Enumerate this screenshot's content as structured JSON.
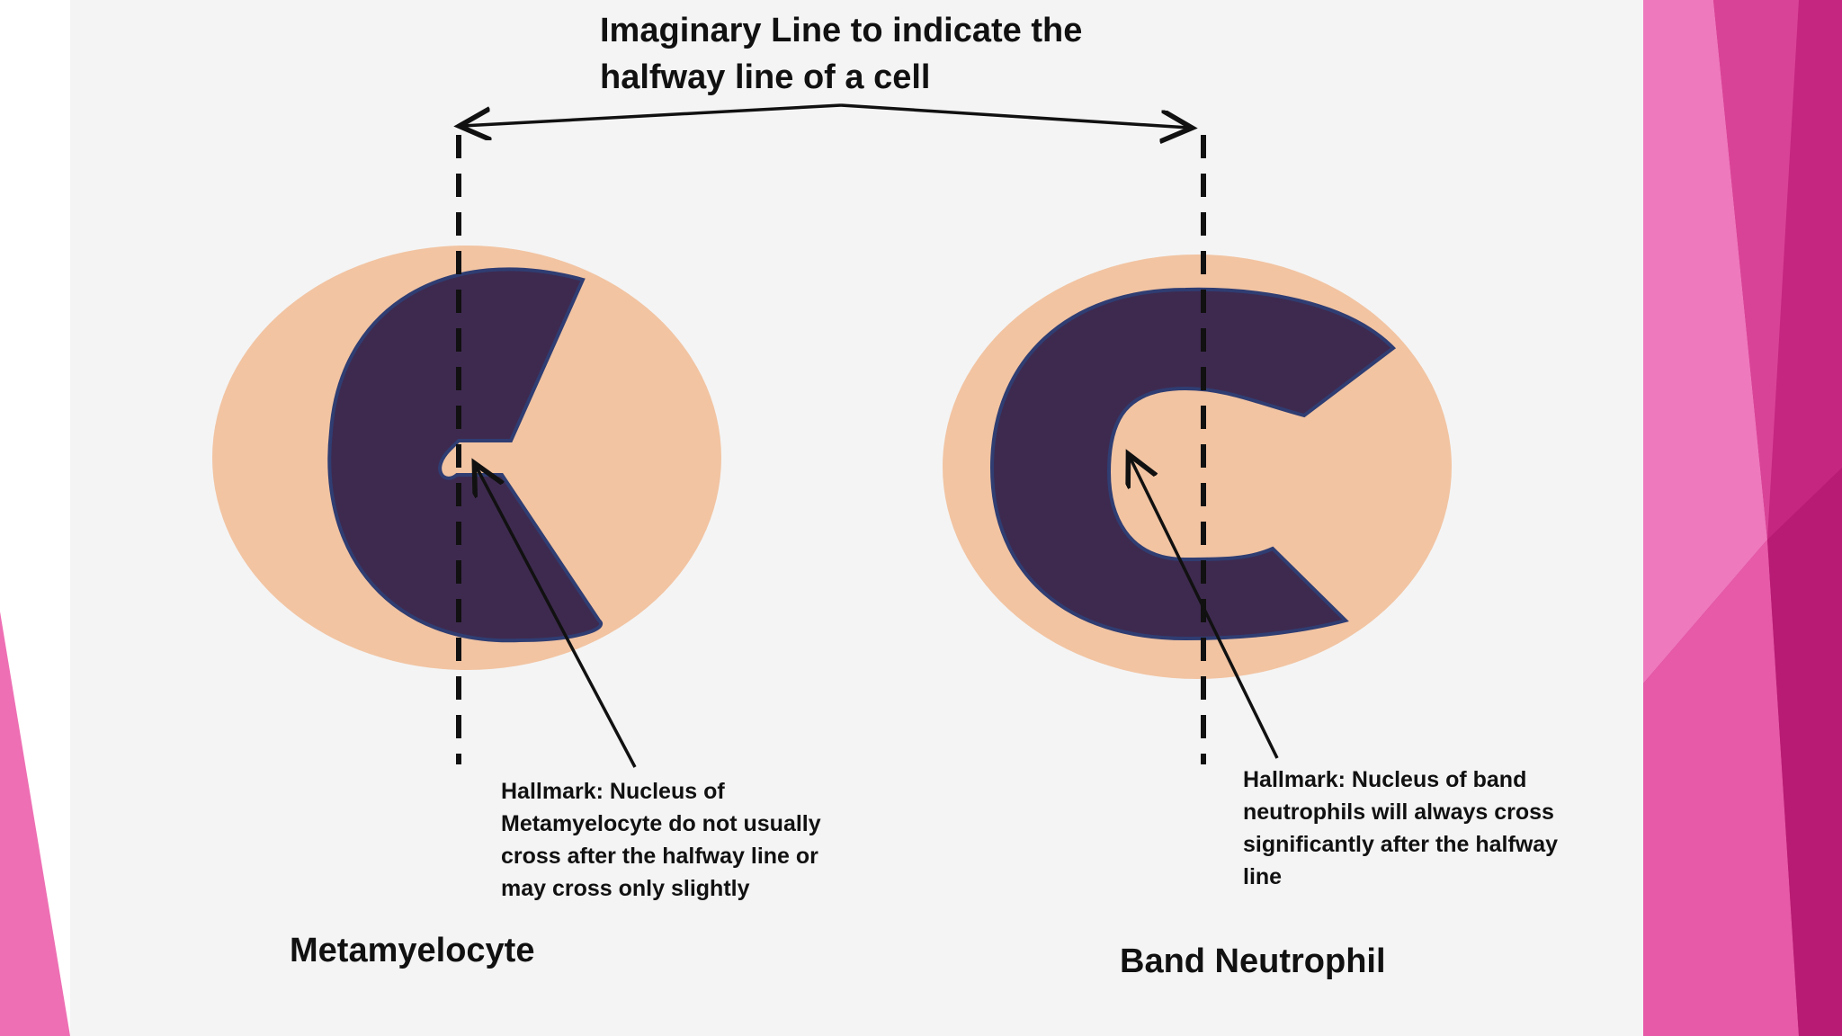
{
  "title": {
    "line1": "Imaginary Line to indicate the",
    "line2": "halfway line of a cell"
  },
  "metamyelocyte": {
    "name": "Metamyelocyte",
    "hallmark_lines": [
      "Hallmark: Nucleus of",
      "Metamyelocyte do not usually",
      "cross after the halfway line or",
      "may cross only slightly"
    ]
  },
  "band_neutrophil": {
    "name": "Band Neutrophil",
    "hallmark_lines": [
      "Hallmark: Nucleus of band",
      "neutrophils will always cross",
      "significantly after the halfway",
      "line"
    ]
  },
  "colors": {
    "cytoplasm": "#f2c4a2",
    "nucleus": "#3e2a4f",
    "nucleus_outline": "#2f3d72",
    "line": "#111111",
    "panel": "#f4f4f4",
    "accent_pink": "#c2207a"
  }
}
